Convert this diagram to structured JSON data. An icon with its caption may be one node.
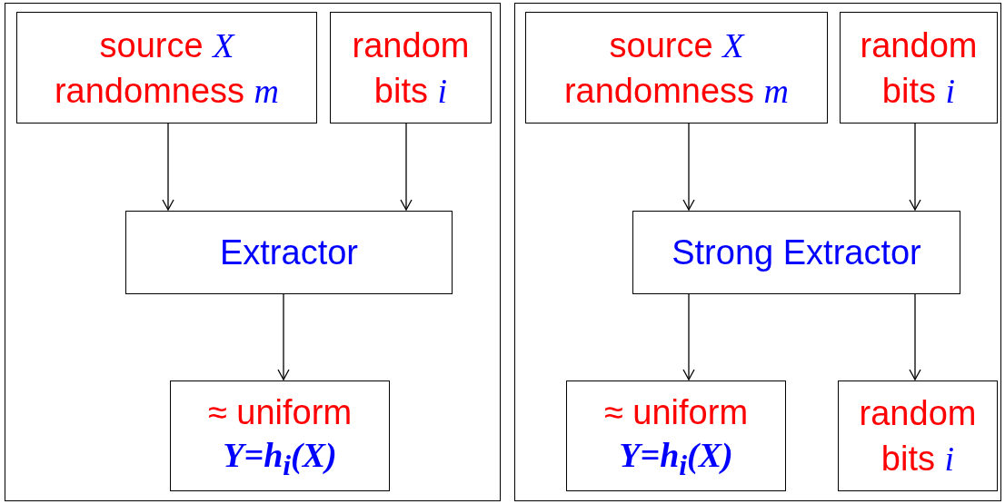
{
  "diagram": {
    "nodes": [
      {
        "text": [],
        "shape": "box"
      },
      {
        "text": [
          "source *X* randomness *m*"
        ],
        "in": 0
      },
      {
        "text": [
          "random bits *i*"
        ],
        "in": 0
      },
      {
        "text": [
          "Extractor"
        ],
        "in": 0
      },
      {
        "text": [
          "≈ uniform",
          "Y=h$_{i}$(X)"
        ],
        "in": 0
      },
      {
        "text": [],
        "shape": "box"
      },
      {
        "text": [
          "source *X* randomness *m*"
        ],
        "in": 5
      },
      {
        "text": [
          "random bits *i*"
        ],
        "in": 5
      },
      {
        "text": [
          "Strong Extractor"
        ],
        "in": 5
      },
      {
        "text": [
          "≈ uniform",
          "Y=h$_{i}$(X)"
        ],
        "in": 5
      },
      {
        "text": [
          "random bits *i*"
        ],
        "in": 5
      }
    ],
    "edges": [
      {
        "from": 1,
        "to": 3,
        "arrow": "to"
      },
      {
        "from": 2,
        "to": 3,
        "arrow": "to"
      },
      {
        "from": 3,
        "to": 4,
        "arrow": "to"
      },
      {
        "from": 6,
        "to": 8,
        "arrow": "to"
      },
      {
        "from": 7,
        "to": 8,
        "arrow": "to"
      },
      {
        "from": 8,
        "to": 9,
        "arrow": "to"
      },
      {
        "from": 8,
        "to": 10,
        "arrow": "to"
      }
    ]
  }
}
